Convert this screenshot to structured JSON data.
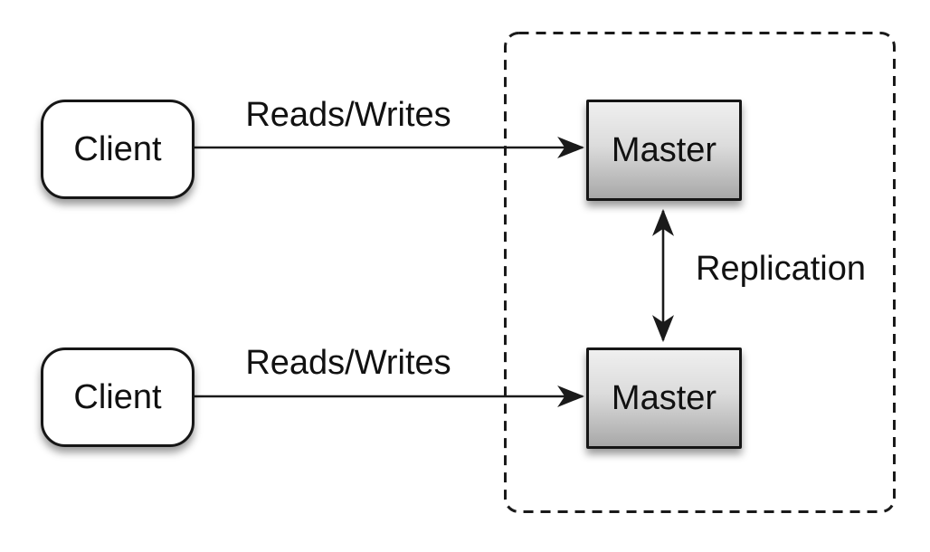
{
  "diagram": {
    "colors": {
      "background": "#ffffff",
      "stroke": "#1a1a1a",
      "client_fill": "#ffffff",
      "master_gradient_top": "#efefef",
      "master_gradient_bottom": "#a8a8a8",
      "text": "#111111"
    },
    "nodes": {
      "client_top": {
        "label": "Client"
      },
      "client_bottom": {
        "label": "Client"
      },
      "master_top": {
        "label": "Master"
      },
      "master_bottom": {
        "label": "Master"
      }
    },
    "edges": {
      "reads_writes_top": {
        "label": "Reads/Writes"
      },
      "reads_writes_bottom": {
        "label": "Reads/Writes"
      },
      "replication": {
        "label": "Replication"
      }
    }
  }
}
